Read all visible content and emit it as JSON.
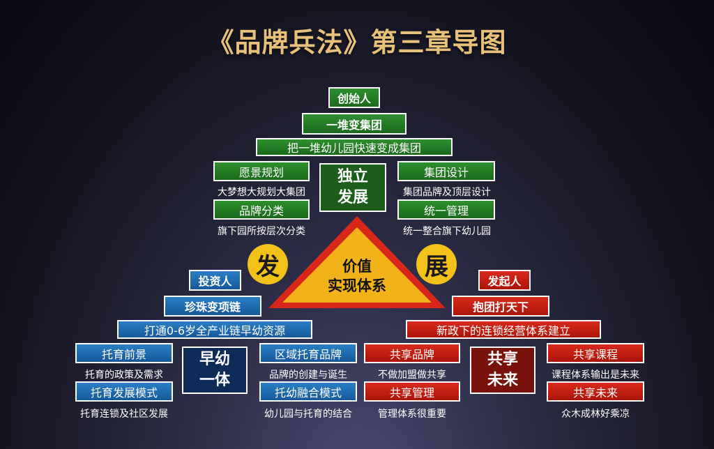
{
  "title": "《品牌兵法》第三章导图",
  "top": {
    "level1": "创始人",
    "level2": "一堆变集团",
    "level3": "把一堆幼儿园快速变成集团",
    "center": [
      "独立",
      "发展"
    ],
    "left": [
      {
        "label": "愿景规划",
        "caption": "大梦想大规划大集团"
      },
      {
        "label": "品牌分类",
        "caption": "旗下园所按层次分类"
      }
    ],
    "right": [
      {
        "label": "集团设计",
        "caption": "集团品牌及顶层设计"
      },
      {
        "label": "统一管理",
        "caption": "统一整合旗下幼儿园"
      }
    ]
  },
  "circles": {
    "left": "发",
    "right": "展"
  },
  "triangle": [
    "价值",
    "实现体系"
  ],
  "left_branch": {
    "level1": "投资人",
    "level2": "珍珠变项链",
    "level3": "打通0-6岁全产业链早幼资源",
    "center": [
      "早幼",
      "一体"
    ],
    "left": [
      {
        "label": "托育前景",
        "caption": "托育的政策及需求"
      },
      {
        "label": "托育发展模式",
        "caption": "托育连锁及社区发展"
      }
    ],
    "right": [
      {
        "label": "区域托育品牌",
        "caption": "品牌的创建与诞生"
      },
      {
        "label": "托幼融合模式",
        "caption": "幼儿园与托育的结合"
      }
    ]
  },
  "right_branch": {
    "level1": "发起人",
    "level2": "抱团打天下",
    "level3": "新政下的连锁经营体系建立",
    "center": [
      "共享",
      "未来"
    ],
    "left": [
      {
        "label": "共享品牌",
        "caption": "不做加盟做共享"
      },
      {
        "label": "共享管理",
        "caption": "管理体系很重要"
      }
    ],
    "right": [
      {
        "label": "共享课程",
        "caption": "课程体系输出是未来"
      },
      {
        "label": "共享未来",
        "caption": "众木成林好乘凉"
      }
    ]
  }
}
